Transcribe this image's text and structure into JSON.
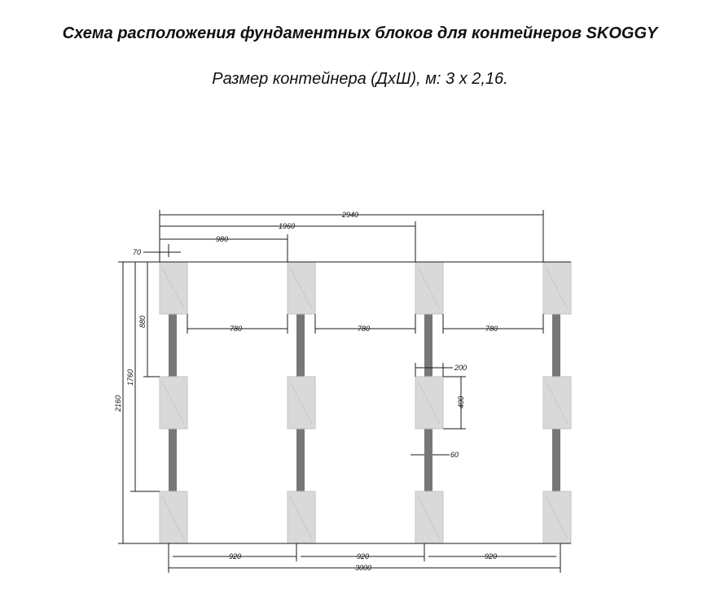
{
  "title": "Схема расположения фундаментных блоков для контейнеров SKOGGY",
  "subtitle": "Размер контейнера (ДхШ), м: 3 х 2,16.",
  "dimensions": {
    "d2940": "2940",
    "d1960": "1960",
    "d980": "980",
    "d70": "70",
    "d2160": "2160",
    "d1760": "1760",
    "d880": "880",
    "d780a": "780",
    "d780b": "780",
    "d780c": "780",
    "d200": "200",
    "d400": "400",
    "d60": "60",
    "d920a": "920",
    "d920b": "920",
    "d920c": "920",
    "d3000": "3000"
  },
  "colors": {
    "block": "#d9d9d9",
    "block_edge": "#c4c4c4",
    "beam": "#777777",
    "line": "#1a1a1a"
  }
}
